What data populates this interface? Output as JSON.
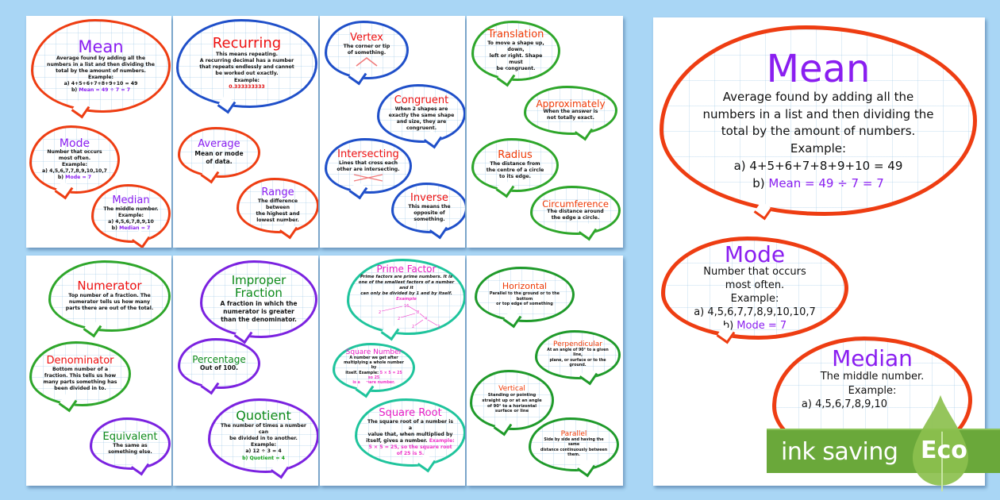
{
  "pages": {
    "p1": {
      "mean": {
        "title": "Mean",
        "lines": [
          "Average found by adding all the",
          "numbers in a list and then dividing the",
          "total by the amount of numbers.",
          "Example:",
          "a) 4+5+6+7+8+9+10 = 49"
        ],
        "highlight_prefix": "b) ",
        "highlight": "Mean = 49 ÷ 7 = 7"
      },
      "mode": {
        "title": "Mode",
        "lines": [
          "Number that occurs",
          "most often.",
          "Example:",
          "a) 4,5,6,7,7,8,9,10,10,7"
        ],
        "highlight_prefix": "b) ",
        "highlight": "Mode = 7"
      },
      "median": {
        "title": "Median",
        "lines": [
          "The middle number.",
          "Example:",
          "a) 4,5,6,7,8,9,10"
        ],
        "highlight_prefix": "b) ",
        "highlight": "Median = 7"
      }
    },
    "p2": {
      "recurring": {
        "title": "Recurring",
        "lines": [
          "This means repeating.",
          "A recurring decimal has a number",
          "that repeats endlessly and cannot",
          "be worked out exactly.",
          "Example:"
        ],
        "highlight": "0.333333333"
      },
      "average": {
        "title": "Average",
        "lines": [
          "Mean or mode",
          "of data."
        ]
      },
      "range": {
        "title": "Range",
        "lines": [
          "The difference between",
          "the highest and",
          "lowest number."
        ]
      }
    },
    "p3": {
      "vertex": {
        "title": "Vertex",
        "lines": [
          "The corner or tip",
          "of something."
        ]
      },
      "congruent": {
        "title": "Congruent",
        "lines": [
          "When 2 shapes are",
          "exactly the same shape",
          "and size, they are",
          "congruent."
        ]
      },
      "intersecting": {
        "title": "Intersecting",
        "lines": [
          "Lines that cross each",
          "other are intersecting."
        ]
      },
      "inverse": {
        "title": "Inverse",
        "lines": [
          "This means the",
          "opposite of something."
        ]
      }
    },
    "p4": {
      "translation": {
        "title": "Translation",
        "lines": [
          "To move a shape up, down,",
          "left or right. Shape must",
          "be congruent."
        ]
      },
      "approximately": {
        "title": "Approximately",
        "lines": [
          "When the answer is",
          "not totally exact."
        ]
      },
      "radius": {
        "title": "Radius",
        "lines": [
          "The distance from",
          "the centre of a circle",
          "to its edge."
        ]
      },
      "circumference": {
        "title": "Circumference",
        "lines": [
          "The distance around",
          "the edge a circle."
        ]
      }
    },
    "p5": {
      "numerator": {
        "title": "Numerator",
        "lines": [
          "Top number of a fraction. The",
          "numerator tells us how many",
          "parts there are out of the total."
        ]
      },
      "denominator": {
        "title": "Denominator",
        "lines": [
          "Bottom number of a",
          "fraction. This tells us how",
          "many parts something has",
          "been divided in to."
        ]
      },
      "equivalent": {
        "title": "Equivalent",
        "lines": [
          "The same as",
          "something else."
        ]
      }
    },
    "p6": {
      "improper": {
        "title_lines": [
          "Improper",
          "Fraction"
        ],
        "lines": [
          "A fraction in which the",
          "numerator is greater",
          "than the denominator."
        ]
      },
      "percentage": {
        "title": "Percentage",
        "lines": [
          "Out of 100."
        ]
      },
      "quotient": {
        "title": "Quotient",
        "lines": [
          "The number of times a number can",
          "be divided in to another.",
          "Example:",
          "a) 12 ÷ 3 = 4"
        ],
        "highlight": "b) Quotient = 4"
      }
    },
    "p7": {
      "prime": {
        "title": "Prime Factor",
        "lines": [
          "Prime factors are prime numbers. It is",
          "one of the smallest factors of a number and it"
        ],
        "last_line": "can only be divided by 1 and by itself.",
        "highlight": "Example",
        "tree": [
          "16",
          "2",
          "8",
          "2",
          "4",
          "2",
          "2"
        ]
      },
      "square_number": {
        "title": "Square Number",
        "lines": [
          "A number we get after",
          "multiplying a whole number by"
        ],
        "last_prefix": "itself. Example:",
        "highlight": "5 × 5 = 25 so 25",
        "highlight2": "is a square number."
      },
      "square_root": {
        "title": "Square Root",
        "lines": [
          "The square root of a number is a",
          "value that, when multiplied by"
        ],
        "last_prefix": "itself, gives a number.",
        "highlight": "Example:",
        "highlight2": "5 × 5 = 25, so the square root",
        "highlight3": "of 25 is 5."
      }
    },
    "p8": {
      "horizontal": {
        "title": "Horizontal",
        "lines": [
          "Parallel to the ground or to the bottom",
          "or top edge of something"
        ]
      },
      "perpendicular": {
        "title": "Perpendicular",
        "lines": [
          "At an angle of 90° to a given line,",
          "plane, or surface or to the ground."
        ]
      },
      "vertical": {
        "title": "Vertical",
        "lines": [
          "Standing or pointing",
          "straight up or at an angle",
          "of 90° to a horizontal",
          "surface or line"
        ]
      },
      "parallel": {
        "title": "Parallel",
        "lines": [
          "Side by side and having the same",
          "distance continuously between",
          "them."
        ]
      }
    },
    "preview": {
      "mean": {
        "title": "Mean",
        "lines": [
          "Average found by adding all the",
          "numbers in a list and then dividing the",
          "total by the amount of numbers.",
          "Example:",
          "a) 4+5+6+7+8+9+10 = 49"
        ],
        "highlight_prefix": "b) ",
        "highlight": "Mean = 49 ÷ 7 = 7"
      },
      "mode": {
        "title": "Mode",
        "lines": [
          "Number that occurs",
          "most often.",
          "Example:",
          "a) 4,5,6,7,7,8,9,10,10,7"
        ],
        "highlight_prefix": "b) ",
        "highlight": "Mode = 7"
      },
      "median": {
        "title": "Median",
        "lines": [
          "The middle number.",
          "Example:",
          "a) 4,5,6,7,8,9,10"
        ]
      }
    }
  },
  "eco_badge": {
    "text": "ink saving",
    "label": "Eco",
    "color": "#6aa83a"
  }
}
